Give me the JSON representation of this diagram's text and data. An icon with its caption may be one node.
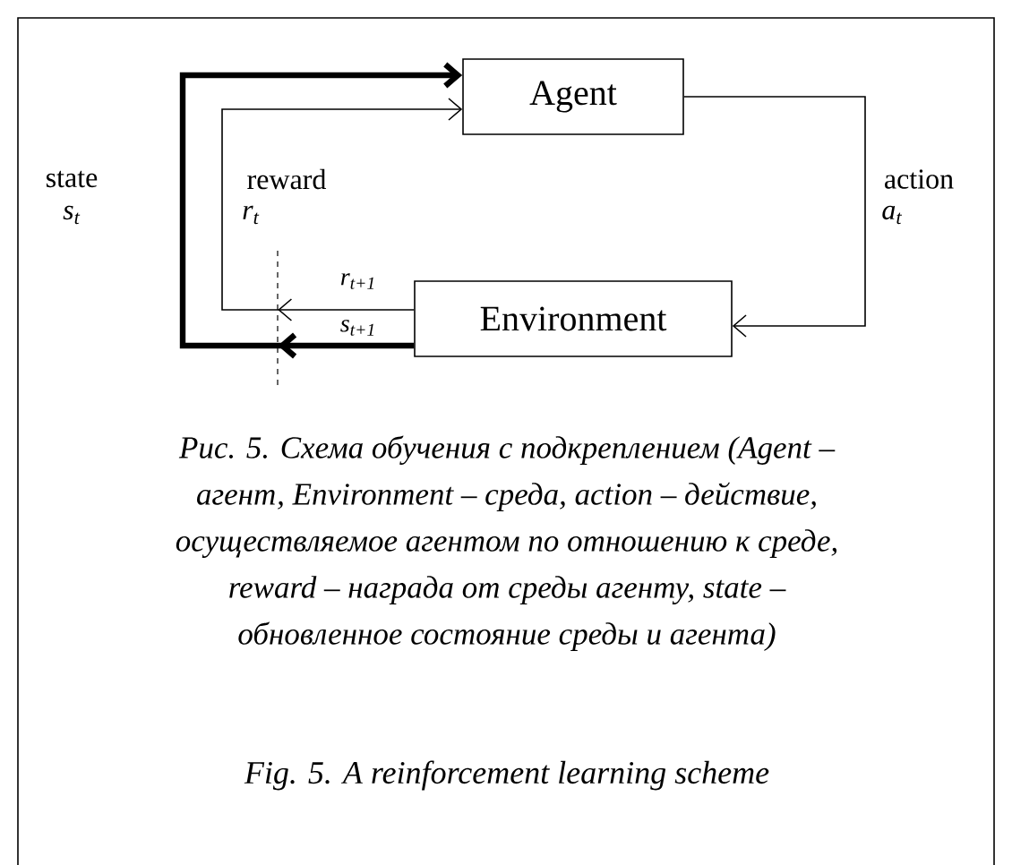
{
  "diagram": {
    "caption": "Рис. 5. Схема обучения с подкреплением (Agent – агент, Environment – среда, action – действие, осуществляемое агентом по отношению к среде, reward – награда от среды агенту, state – обновленное состояние среды и агента)",
    "nodes": [
      {
        "text": [
          "Agent"
        ]
      },
      {
        "text": [
          "Environment"
        ]
      }
    ],
    "edges": [
      {
        "from": 1,
        "to": 0,
        "arrow": "to",
        "label": "state",
        "style": "thick"
      },
      {
        "from": 1,
        "to": 0,
        "arrow": "to",
        "label": "reward"
      },
      {
        "from": 0,
        "to": 1,
        "arrow": "to",
        "label": "action"
      }
    ],
    "labels": [
      "s$_{t}$",
      "r$_{t}$",
      "a$_{t}$",
      "r$_{t+1}$",
      "s$_{t+1}$",
      "Fig. 5. A reinforcement learning scheme"
    ]
  }
}
